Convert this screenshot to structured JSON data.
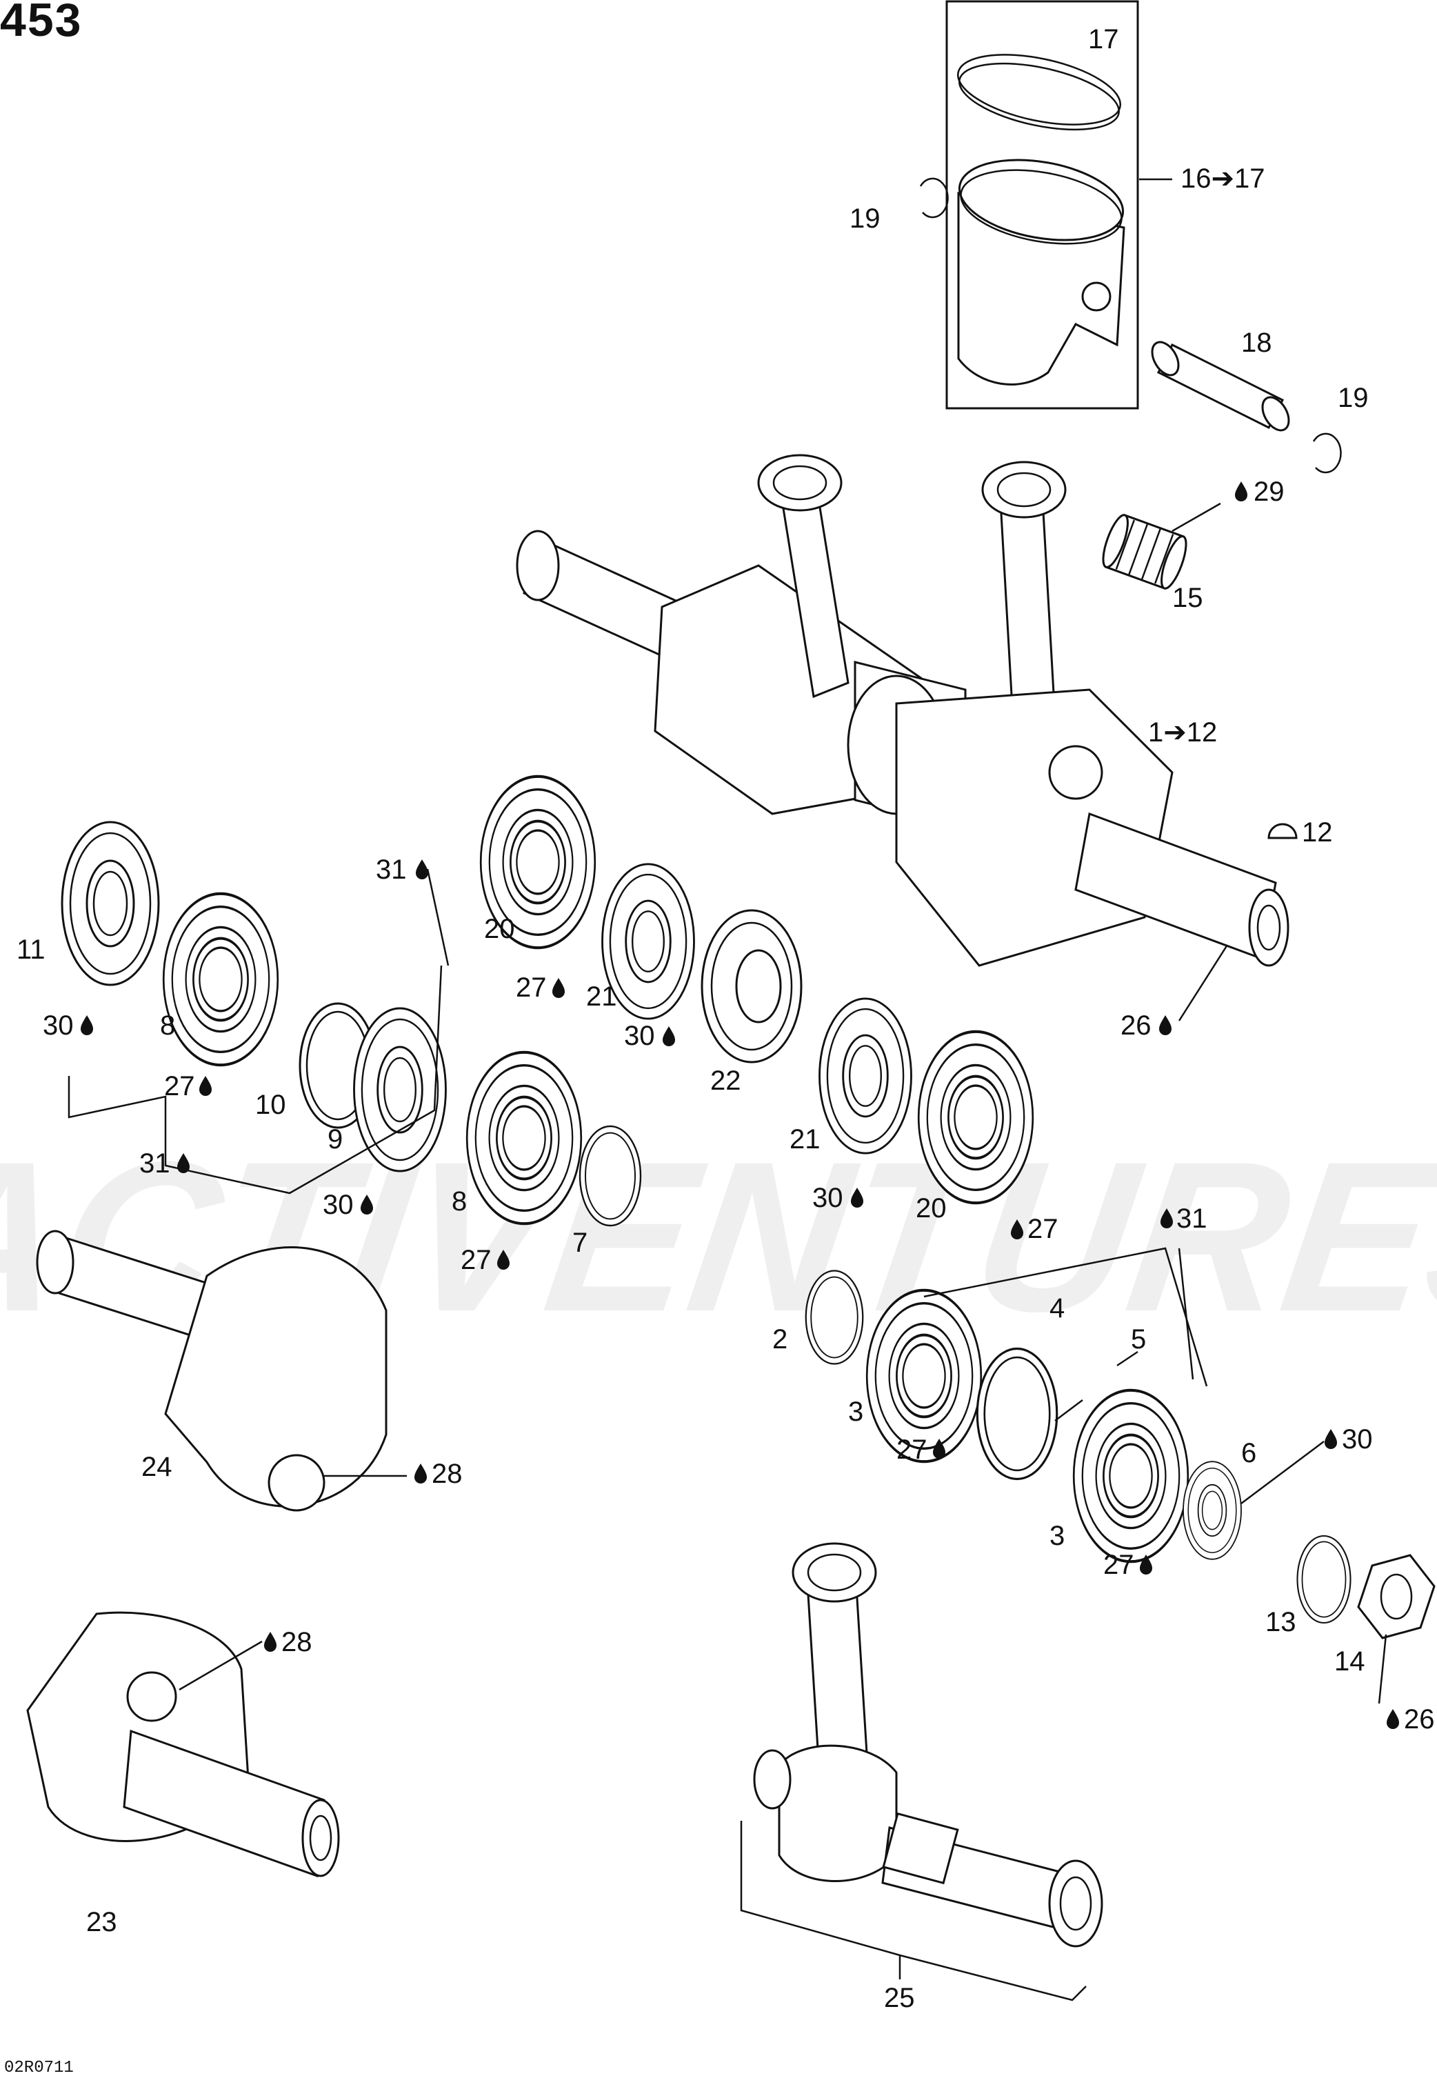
{
  "diagram": {
    "page_number": "453",
    "drawing_code": "02R0711",
    "watermark": "ACTIVENTURES",
    "labels": [
      {
        "id": "l17a",
        "text": "17"
      },
      {
        "id": "l1617",
        "text": "16➔17"
      },
      {
        "id": "l19a",
        "text": "19"
      },
      {
        "id": "l18",
        "text": "18"
      },
      {
        "id": "l19b",
        "text": "19"
      },
      {
        "id": "l29",
        "text": "29"
      },
      {
        "id": "l15",
        "text": "15"
      },
      {
        "id": "l112",
        "text": "1➔12"
      },
      {
        "id": "l12",
        "text": "12"
      },
      {
        "id": "l26a",
        "text": "26"
      },
      {
        "id": "l11",
        "text": "11"
      },
      {
        "id": "l30a",
        "text": "30"
      },
      {
        "id": "l8a",
        "text": "8"
      },
      {
        "id": "l27a",
        "text": "27"
      },
      {
        "id": "l31a",
        "text": "31"
      },
      {
        "id": "l10",
        "text": "10"
      },
      {
        "id": "l9",
        "text": "9"
      },
      {
        "id": "l31b",
        "text": "31"
      },
      {
        "id": "l30b",
        "text": "30"
      },
      {
        "id": "l8b",
        "text": "8"
      },
      {
        "id": "l27b",
        "text": "27"
      },
      {
        "id": "l7",
        "text": "7"
      },
      {
        "id": "l20a",
        "text": "20"
      },
      {
        "id": "l27c",
        "text": "27"
      },
      {
        "id": "l21a",
        "text": "21"
      },
      {
        "id": "l30c",
        "text": "30"
      },
      {
        "id": "l22",
        "text": "22"
      },
      {
        "id": "l21b",
        "text": "21"
      },
      {
        "id": "l30d",
        "text": "30"
      },
      {
        "id": "l20b",
        "text": "20"
      },
      {
        "id": "l27d",
        "text": "27"
      },
      {
        "id": "l31c",
        "text": "31"
      },
      {
        "id": "l2",
        "text": "2"
      },
      {
        "id": "l4",
        "text": "4"
      },
      {
        "id": "l5",
        "text": "5"
      },
      {
        "id": "l3a",
        "text": "3"
      },
      {
        "id": "l27e",
        "text": "27"
      },
      {
        "id": "l6",
        "text": "6"
      },
      {
        "id": "l30e",
        "text": "30"
      },
      {
        "id": "l3b",
        "text": "3"
      },
      {
        "id": "l27f",
        "text": "27"
      },
      {
        "id": "l24",
        "text": "24"
      },
      {
        "id": "l28a",
        "text": "28"
      },
      {
        "id": "l28b",
        "text": "28"
      },
      {
        "id": "l13",
        "text": "13"
      },
      {
        "id": "l14",
        "text": "14"
      },
      {
        "id": "l26b",
        "text": "26"
      },
      {
        "id": "l23",
        "text": "23"
      },
      {
        "id": "l25",
        "text": "25"
      }
    ]
  }
}
